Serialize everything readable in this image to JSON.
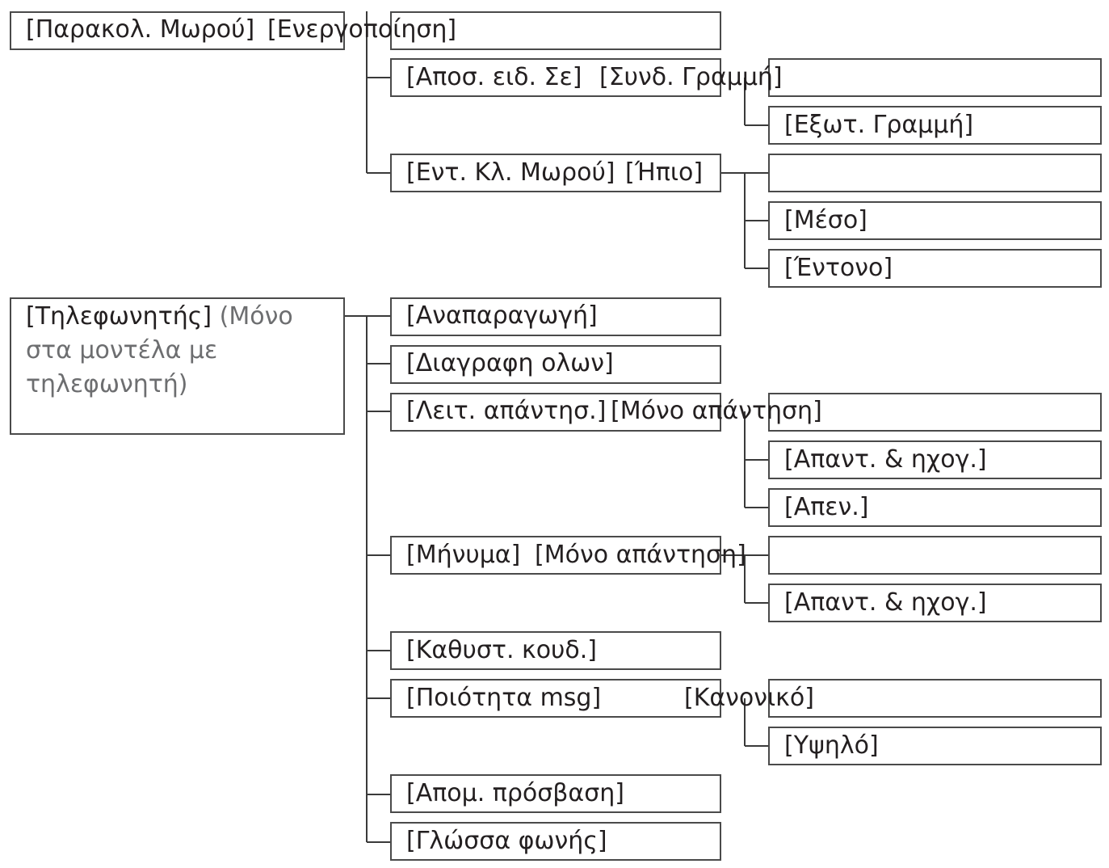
{
  "menu": {
    "baby_call": {
      "label": "[Παρακολ. Μωρού]",
      "value": "[Ενεργοποίηση]",
      "sub": [
        {
          "label": "[Αποσ. ειδ. Σε]",
          "value": "[Συνδ. Γραμμή]",
          "options": [
            "[Εξωτ. Γραμμή]"
          ]
        },
        {
          "label": "[Εντ. Κλ. Μωρού]",
          "value": "[Ήπιο]",
          "options": [
            "[Μέσο]",
            "[Έντονο]"
          ]
        }
      ]
    },
    "answering_machine": {
      "label": "[Τηλεφωνητής]",
      "note": "(Μόνο στα μοντέλα με τηλεφωνητή)",
      "items": [
        {
          "label": "[Αναπαραγωγή]"
        },
        {
          "label": "[Διαγραφη ολων]"
        },
        {
          "label": "[Λειτ. απάντησ.]",
          "value": "[Μόνο απάντηση]",
          "options": [
            "[Απαντ. & ηχογ.]",
            "[Απεν.]"
          ]
        },
        {
          "label": "[Μήνυμα]",
          "value": "[Μόνο απάντηση]",
          "options": [
            "[Απαντ. & ηχογ.]"
          ]
        },
        {
          "label": "[Καθυστ. κουδ.]"
        },
        {
          "label": "[Ποιότητα msg]",
          "value": "[Κανονικό]",
          "options": [
            "[Υψηλό]"
          ]
        },
        {
          "label": "[Απομ. πρόσβαση]"
        },
        {
          "label": "[Γλώσσα φωνής]"
        }
      ]
    }
  }
}
